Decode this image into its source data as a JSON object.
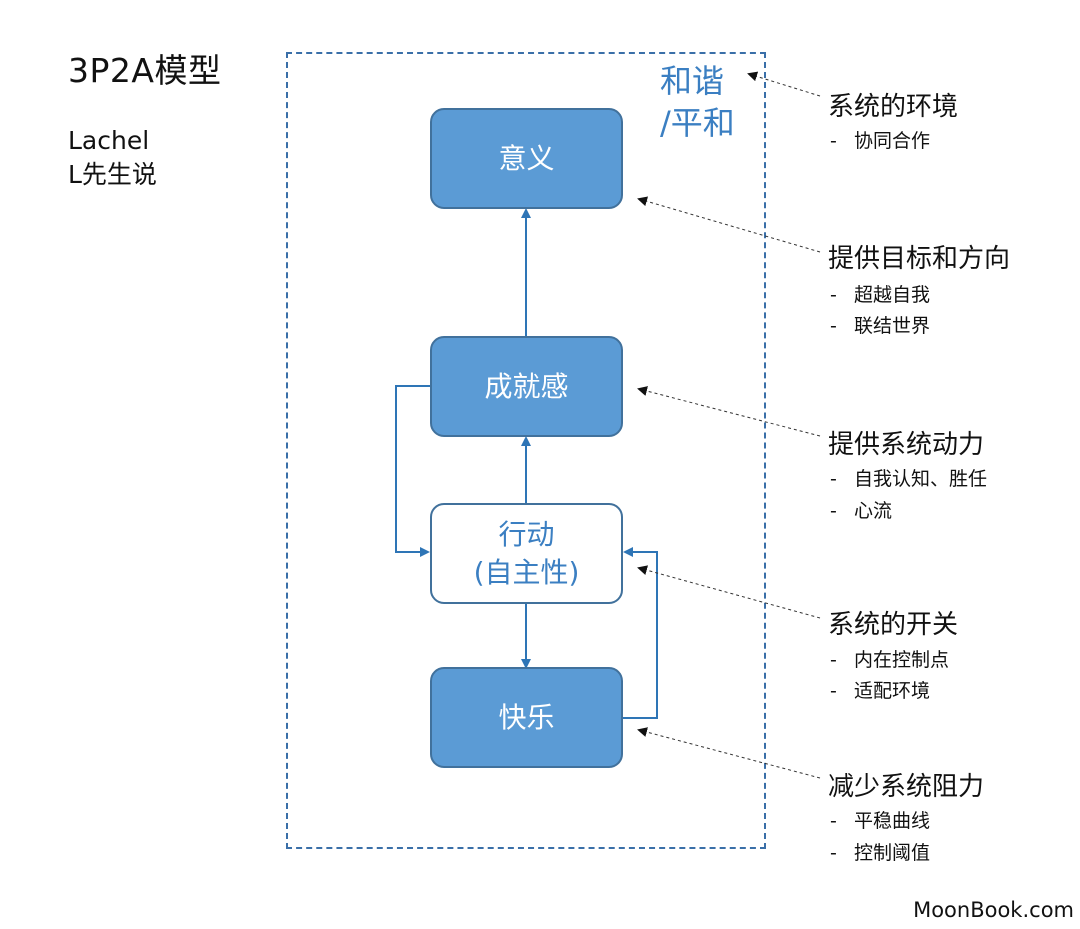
{
  "title": "3P2A模型",
  "author": {
    "line1": "Lachel",
    "line2": "L先生说"
  },
  "harmony": {
    "line1": "和谐",
    "line2": "/平和"
  },
  "boxes": {
    "meaning": "意义",
    "achievement": "成就感",
    "action_line1": "行动",
    "action_line2": "(自主性)",
    "joy": "快乐"
  },
  "notes": [
    {
      "title": "系统的环境",
      "items": [
        "协同合作"
      ]
    },
    {
      "title": "提供目标和方向",
      "items": [
        "超越自我",
        "联结世界"
      ]
    },
    {
      "title": "提供系统动力",
      "items": [
        "自我认知、胜任",
        "心流"
      ]
    },
    {
      "title": "系统的开关",
      "items": [
        "内在控制点",
        "适配环境"
      ]
    },
    {
      "title": "减少系统阻力",
      "items": [
        "平稳曲线",
        "控制阈值"
      ]
    }
  ],
  "brand": "MoonBook.com",
  "colors": {
    "box_fill": "#5b9bd5",
    "box_border": "#41719c",
    "accent_text": "#3b7fc2",
    "frame": "#3a6fa8"
  }
}
